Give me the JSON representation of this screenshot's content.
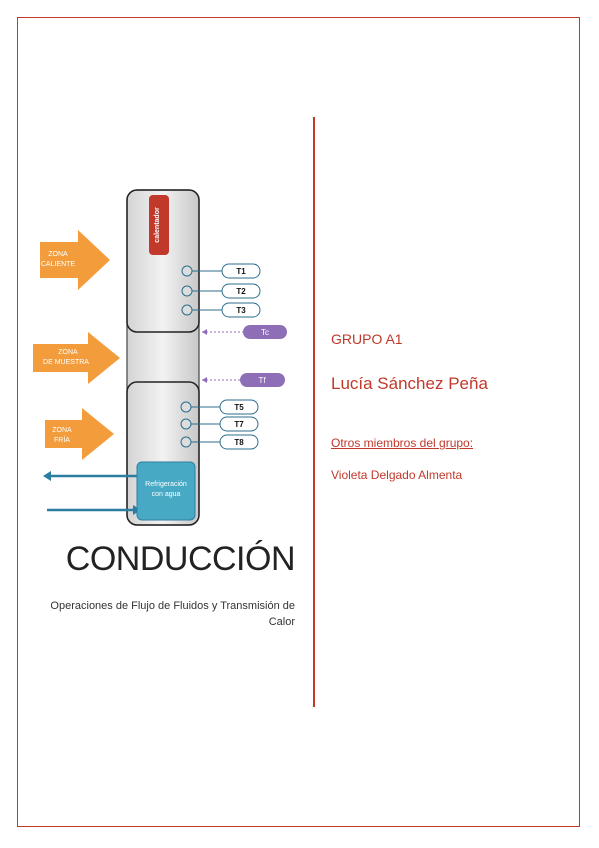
{
  "diagram": {
    "heater_label": "calentador",
    "zones": [
      "ZONA CALIENTE",
      "ZONA DE MUESTRA",
      "ZONA FRÍA"
    ],
    "sensors_hot": [
      "T1",
      "T2",
      "T3"
    ],
    "sensors_cold": [
      "T5",
      "T7",
      "T8"
    ],
    "probe_tc": "Tc",
    "probe_tf": "Tf",
    "cooling_label_1": "Refrigeración",
    "cooling_label_2": "con agua"
  },
  "document": {
    "title": "CONDUCCIÓN",
    "subtitle": "Operaciones de Flujo de Fluidos y Transmisión de Calor"
  },
  "group": {
    "name": "GRUPO A1",
    "author": "Lucía Sánchez Peña",
    "members_label": "Otros miembros del grupo:",
    "members": [
      "Violeta Delgado Almenta"
    ]
  },
  "colors": {
    "accent": "#c0392b",
    "arrow": "#f39c3c",
    "probe": "#8e6fb7",
    "cooling": "#48a9c5"
  }
}
